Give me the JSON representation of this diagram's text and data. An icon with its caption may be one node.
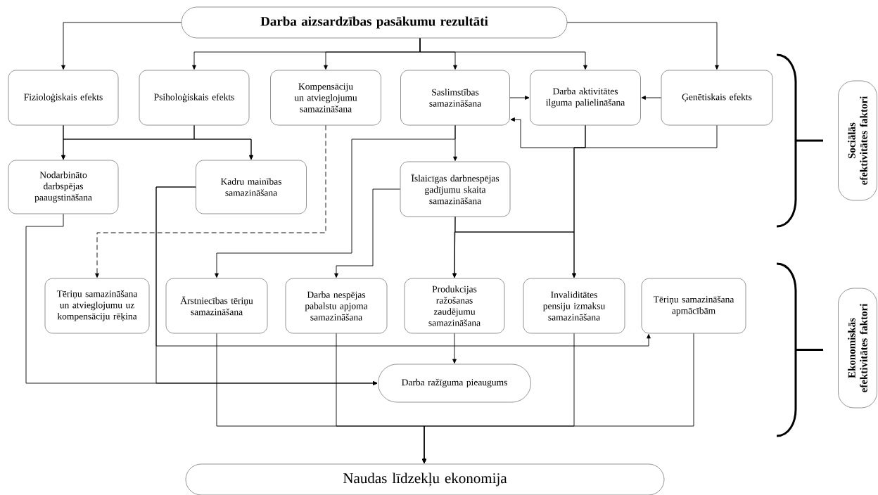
{
  "diagram": {
    "nodes": [
      {
        "text": [
          "Darba aizsardzības pasākumu rezultāti"
        ]
      },
      {
        "text": [
          "Fizioloģiskais efekts"
        ]
      },
      {
        "text": [
          "Psiholoģiskais efekts"
        ]
      },
      {
        "text": [
          "Kompensāciju un atvieglojumu samazināšana"
        ]
      },
      {
        "text": [
          "Saslimstības samazināšana"
        ]
      },
      {
        "text": [
          "Darba aktivitātes ilguma palielināšana"
        ]
      },
      {
        "text": [
          "Ģenētiskais efekts"
        ]
      },
      {
        "text": [
          "Nodarbināto darbspējas paaugstināšana"
        ]
      },
      {
        "text": [
          "Kadru mainības samazināšana"
        ]
      },
      {
        "text": [
          "Īslaicīgas darbnespējas gadījumu skaita samazināšana"
        ]
      },
      {
        "text": [
          "Tēriņu samazināšana un atvieglojumu uz kompensāciju rēķina"
        ]
      },
      {
        "text": [
          "Ārstniecības tēriņu samazināšana"
        ]
      },
      {
        "text": [
          "Darba nespējas pabalstu apjoma samazināšana"
        ]
      },
      {
        "text": [
          "Produkcijas ražošanas zaudējumu samazināšana"
        ]
      },
      {
        "text": [
          "Invaliditātes pensiju izmaksu samazināšana"
        ]
      },
      {
        "text": [
          "Tēriņu samazināšana apmācībām"
        ]
      },
      {
        "text": [
          "Darba ražīguma pieaugums"
        ]
      },
      {
        "text": [
          "Naudas līdzekļu ekonomija"
        ]
      },
      {
        "text": [
          "Sociālās efektivitātes faktori"
        ]
      },
      {
        "text": [
          "Ekonomiskās efektivitātes faktori"
        ]
      }
    ],
    "edges": [
      {
        "from": 0,
        "to": 1,
        "arrow": "to"
      },
      {
        "from": 0,
        "to": 2,
        "arrow": "to"
      },
      {
        "from": 0,
        "to": 3,
        "arrow": "to"
      },
      {
        "from": 0,
        "to": 4,
        "arrow": "to"
      },
      {
        "from": 0,
        "to": 5,
        "arrow": "to"
      },
      {
        "from": 0,
        "to": 6,
        "arrow": "to"
      },
      {
        "from": 4,
        "to": 5,
        "arrow": "to"
      },
      {
        "from": 6,
        "to": 5,
        "arrow": "to"
      },
      {
        "from": 6,
        "to": 4,
        "arrow": "to"
      },
      {
        "from": 1,
        "to": 7,
        "arrow": "to"
      },
      {
        "from": 1,
        "to": 8,
        "arrow": "to"
      },
      {
        "from": 2,
        "to": 7,
        "arrow": "to"
      },
      {
        "from": 2,
        "to": 8,
        "arrow": "to"
      },
      {
        "from": 4,
        "to": 9,
        "arrow": "to"
      },
      {
        "from": 3,
        "to": 10,
        "arrow": "to",
        "style": "dashed"
      },
      {
        "from": 4,
        "to": 11,
        "arrow": "to"
      },
      {
        "from": 9,
        "to": 12,
        "arrow": "to"
      },
      {
        "from": 9,
        "to": 13,
        "arrow": "to"
      },
      {
        "from": 9,
        "to": 14,
        "arrow": "to"
      },
      {
        "from": 5,
        "to": 13,
        "arrow": "to"
      },
      {
        "from": 5,
        "to": 14,
        "arrow": "to"
      },
      {
        "from": 7,
        "to": 16,
        "arrow": "to"
      },
      {
        "from": 8,
        "to": 16,
        "arrow": "to"
      },
      {
        "from": 8,
        "to": 15,
        "arrow": "to"
      },
      {
        "from": 13,
        "to": 16,
        "arrow": "to"
      },
      {
        "from": 11,
        "to": 17,
        "arrow": "to"
      },
      {
        "from": 12,
        "to": 17,
        "arrow": "to"
      },
      {
        "from": 14,
        "to": 17,
        "arrow": "to"
      },
      {
        "from": 15,
        "to": 17,
        "arrow": "to"
      }
    ]
  }
}
